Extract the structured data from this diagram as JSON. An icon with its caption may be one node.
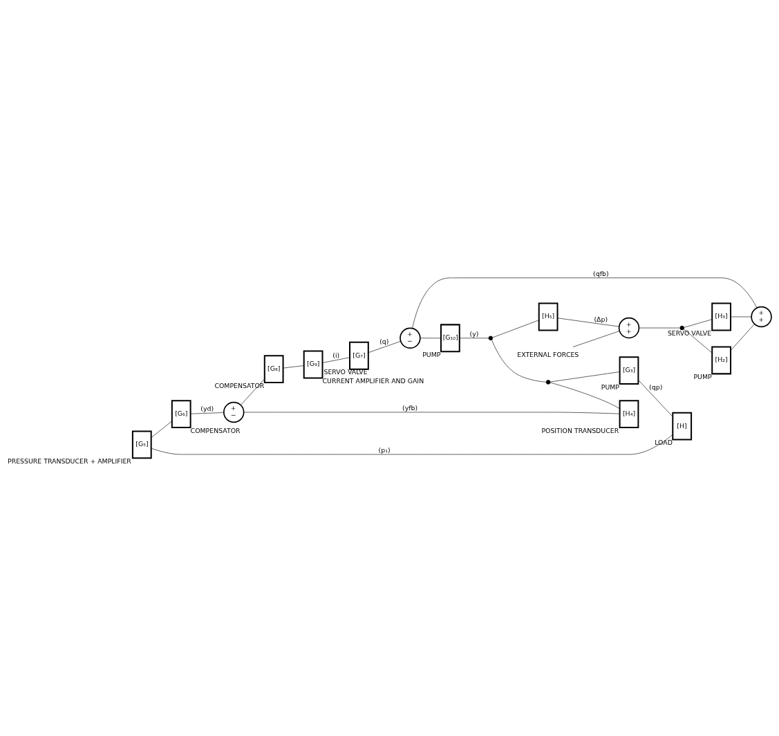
{
  "diagram": {
    "nodes": [
      {
        "text": [
          "[G₅]"
        ],
        "beside": [
          "PRESSURE TRANSDUCER + AMPLIFIER"
        ]
      },
      {
        "text": [
          "[G₆]"
        ],
        "beside": [
          "COMPENSATOR"
        ]
      },
      {
        "text": [
          "+",
          "−"
        ]
      },
      {
        "text": [
          "[G₈]"
        ],
        "beside": [
          "COMPENSATOR"
        ]
      },
      {
        "text": [
          "[G₉]"
        ],
        "beside": [
          "CURRENT AMPLIFIER AND GAIN"
        ]
      },
      {
        "text": [
          "[G₇]"
        ],
        "beside": [
          "SERVO VALVE"
        ]
      },
      {
        "text": [
          "+",
          "−"
        ]
      },
      {
        "text": [
          "[G₁₀]"
        ],
        "beside": [
          "PUMP"
        ]
      },
      {
        "text": [],
        "shape": "dot"
      },
      {
        "text": [],
        "shape": "dot"
      },
      {
        "text": [
          "[G₃]"
        ],
        "beside": [
          "PUMP"
        ]
      },
      {
        "text": [
          "[H₅]"
        ]
      },
      {
        "text": [
          "+",
          "+"
        ]
      },
      {
        "text": [
          "+",
          "+"
        ]
      },
      {
        "text": [
          "[H₂]"
        ],
        "beside": [
          "PUMP"
        ]
      },
      {
        "text": [],
        "shape": "dot"
      },
      {
        "text": [
          "[H₃]"
        ],
        "beside": [
          "SERVO VALVE"
        ]
      },
      {
        "text": [
          "[H₄]"
        ],
        "beside": [
          "POSITION TRANSDUCER"
        ]
      },
      {
        "text": [
          "[H]"
        ],
        "beside": [
          "LOAD"
        ]
      },
      {
        "text": [
          "EXTERNAL FORCES"
        ]
      }
    ],
    "edges": [
      {
        "from": 0,
        "to": 1,
        "arrow": "none"
      },
      {
        "from": 1,
        "to": 2,
        "arrow": "none",
        "label": "(yd)"
      },
      {
        "from": 2,
        "to": 3,
        "arrow": "none"
      },
      {
        "from": 3,
        "to": 4,
        "arrow": "none"
      },
      {
        "from": 4,
        "to": 5,
        "arrow": "none",
        "label": "(i)"
      },
      {
        "from": 5,
        "to": 6,
        "arrow": "none",
        "label": "(q)"
      },
      {
        "from": 6,
        "to": 7,
        "arrow": "none"
      },
      {
        "from": 7,
        "to": 8,
        "arrow": "none",
        "label": "(y)"
      },
      {
        "from": 8,
        "to": 9,
        "arrow": "none"
      },
      {
        "from": 9,
        "to": 10,
        "arrow": "none"
      },
      {
        "from": 8,
        "to": 11,
        "arrow": "none"
      },
      {
        "from": 11,
        "to": 12,
        "arrow": "none",
        "label": "(Δp)"
      },
      {
        "from": 12,
        "to": 15,
        "arrow": "none"
      },
      {
        "from": 15,
        "to": 14,
        "arrow": "none"
      },
      {
        "from": 14,
        "to": 13,
        "arrow": "none"
      },
      {
        "from": 15,
        "to": 16,
        "arrow": "none"
      },
      {
        "from": 16,
        "to": 13,
        "arrow": "none"
      },
      {
        "from": 13,
        "to": 6,
        "arrow": "none",
        "label": "(qfb)"
      },
      {
        "from": 19,
        "to": 12,
        "arrow": "none"
      },
      {
        "from": 9,
        "to": 17,
        "arrow": "none"
      },
      {
        "from": 17,
        "to": 2,
        "arrow": "none",
        "label": "(yfb)"
      },
      {
        "from": 10,
        "to": 18,
        "arrow": "none",
        "label": "(qp)"
      },
      {
        "from": 18,
        "to": 0,
        "arrow": "none",
        "label": "(p₁)"
      }
    ]
  }
}
